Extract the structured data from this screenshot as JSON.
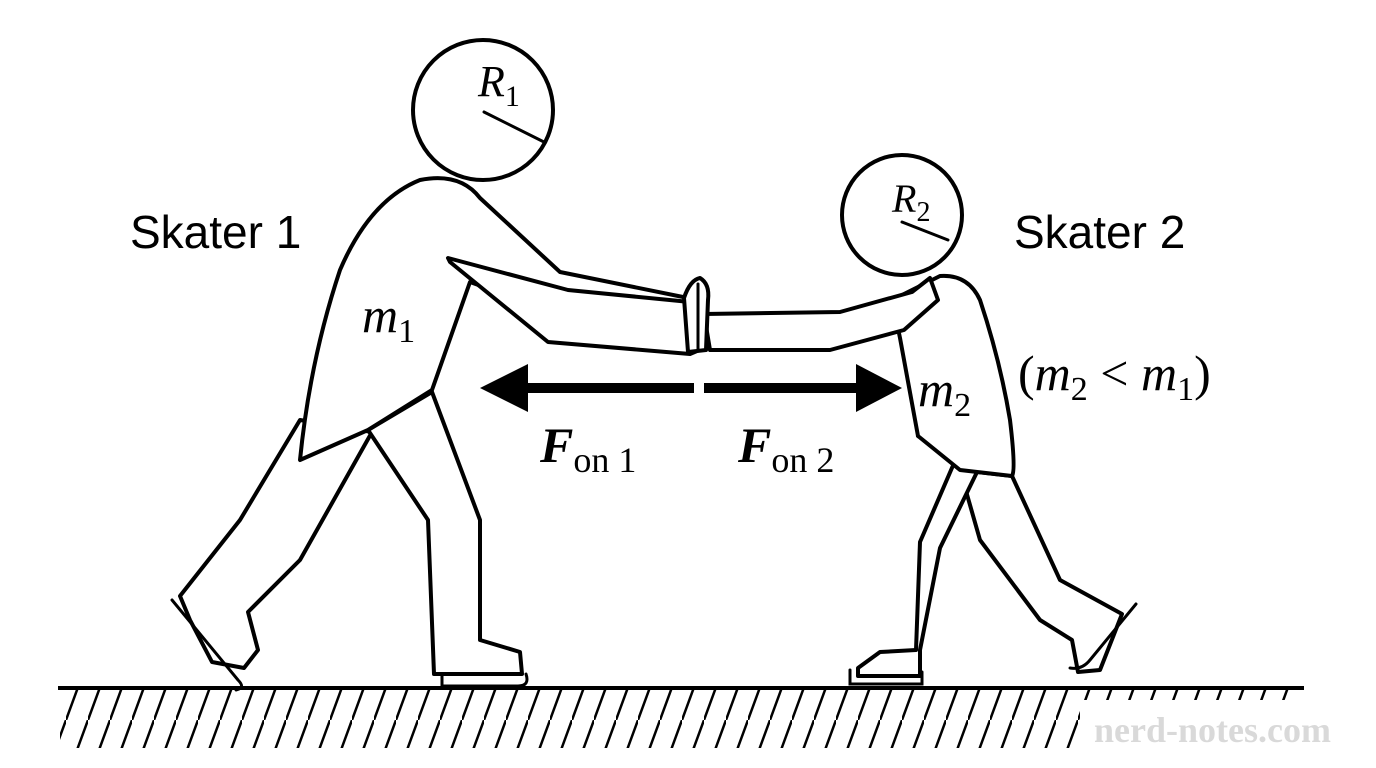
{
  "labels": {
    "skater1": "Skater 1",
    "skater2": "Skater 2",
    "m1_main": "m",
    "m1_sub": "1",
    "m2_main": "m",
    "m2_sub": "2",
    "R1_main": "R",
    "R1_sub": "1",
    "R2_main": "R",
    "R2_sub": "2",
    "mass_relation": {
      "open": "(",
      "m_a": "m",
      "sub_a": "2",
      "op": " < ",
      "m_b": "m",
      "sub_b": "1",
      "close": ")"
    },
    "force1_main": "F",
    "force1_sub": "on 1",
    "force2_main": "F",
    "force2_sub": "on 2",
    "watermark": "nerd-notes.com"
  }
}
